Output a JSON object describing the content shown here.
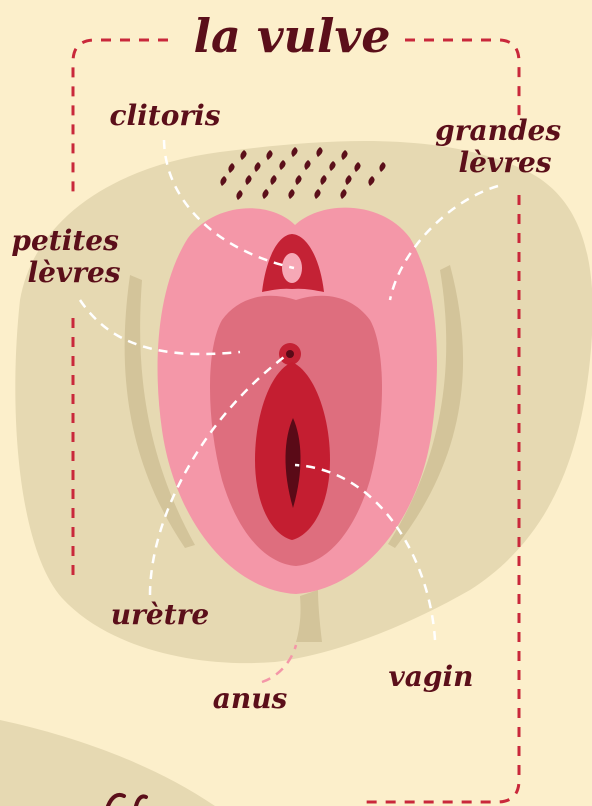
{
  "title": "la vulve",
  "labels": {
    "clitoris": "clitoris",
    "grandes_levres": [
      "grandes",
      "lèvres"
    ],
    "petites_levres": [
      "petites",
      "lèvres"
    ],
    "uretre": "urètre",
    "vagin": "vagin",
    "anus": "anus"
  },
  "colors": {
    "background": "#fcefcb",
    "skin": "#e6d9b2",
    "skin_fold": "#d3c49a",
    "outer_labia": "#f497a8",
    "inner_labia": "#de6e7e",
    "clitoris": "#c42235",
    "vagina": "#c41e31",
    "vagina_inner": "#5a0a17",
    "text": "#5b0f1a",
    "bracket_dashes": "#c9283b",
    "leader_lines": "#ffffff",
    "anus_leader": "#f497a8"
  }
}
